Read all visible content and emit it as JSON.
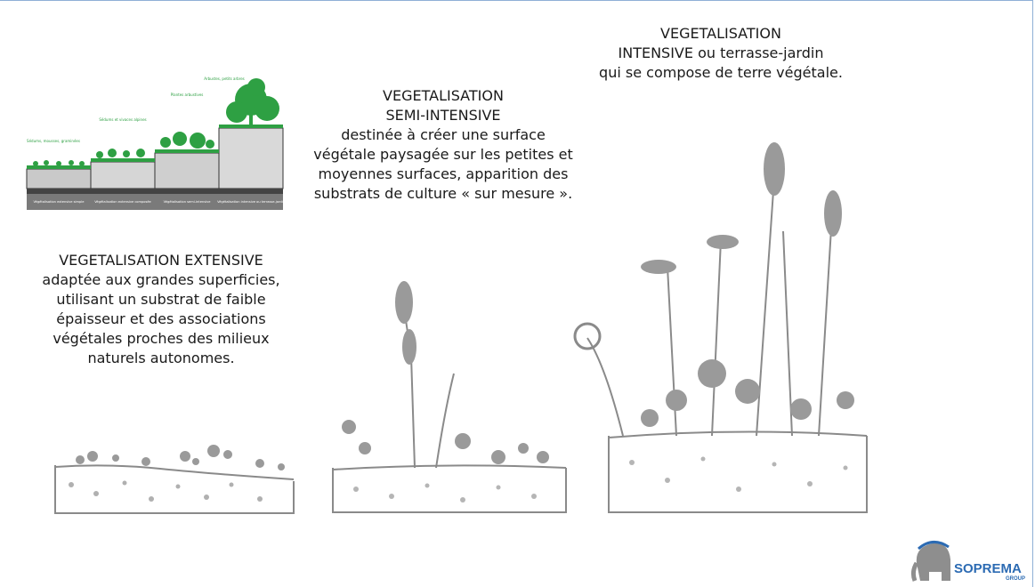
{
  "intensive": {
    "title": "VEGETALISATION",
    "lines": [
      "INTENSIVE ou terrasse-jardin",
      "qui se compose de terre végétale."
    ]
  },
  "semi_intensive": {
    "title": "VEGETALISATION",
    "lines": [
      "SEMI-INTENSIVE",
      "destinée à créer une surface",
      "végétale paysagée sur les petites et",
      "moyennes surfaces, apparition des",
      "substrats de culture « sur mesure »."
    ]
  },
  "extensive": {
    "title": "VEGETALISATION EXTENSIVE",
    "lines": [
      "adaptée aux grandes superficies,",
      "utilisant un substrat de faible",
      "épaisseur et des associations",
      "végétales proches des milieux",
      "naturels autonomes."
    ]
  },
  "thumbnail": {
    "plant_labels": [
      "Sédums, mousses, graminées",
      "Sédums et vivaces alpines",
      "Plantes arbustives",
      "Arbustes, petits arbres"
    ],
    "column_labels": [
      "Végétalisation extensive simple",
      "Végétalisation extensive composée",
      "Végétalisation semi-intensive",
      "Végétalisation intensive ou terrasse-jardin"
    ],
    "colors": {
      "plant": "#2ea043",
      "soil": "#cfcfcf",
      "base": "#555555"
    }
  },
  "logo": {
    "name": "SOPREMA",
    "sub": "GROUP",
    "color": "#2c6bb3"
  },
  "colors": {
    "sketch": "#8a8a8a",
    "frame": "#8fb0d6"
  }
}
